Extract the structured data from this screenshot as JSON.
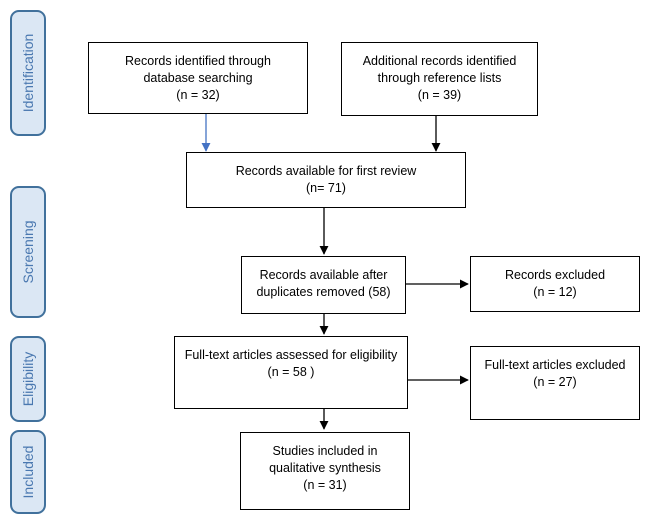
{
  "stages": {
    "identification": "Identification",
    "screening": "Screening",
    "eligibility": "Eligibility",
    "included": "Included"
  },
  "boxes": {
    "database_search": [
      "Records identified through",
      "database searching",
      "(n = 32)"
    ],
    "reference_lists": [
      "Additional records identified",
      "through reference lists",
      "(n = 39)"
    ],
    "first_review": [
      "Records available for first review",
      "(n= 71)"
    ],
    "duplicates_removed": [
      "Records available after",
      "duplicates removed (58)"
    ],
    "records_excluded": [
      "Records excluded",
      "(n =  12)"
    ],
    "fulltext_assessed": [
      "Full-text articles assessed for eligibility",
      "(n = 58 )"
    ],
    "fulltext_excluded": [
      "Full-text articles excluded",
      "(n = 27)"
    ],
    "studies_included": [
      "Studies included in",
      "qualitative synthesis",
      "(n = 31)"
    ]
  },
  "colors": {
    "stage_fill": "#dbe7f4",
    "stage_border": "#41719c",
    "stage_text": "#4a78b0",
    "arrow_blue": "#4472c4",
    "arrow_black": "#000000"
  }
}
